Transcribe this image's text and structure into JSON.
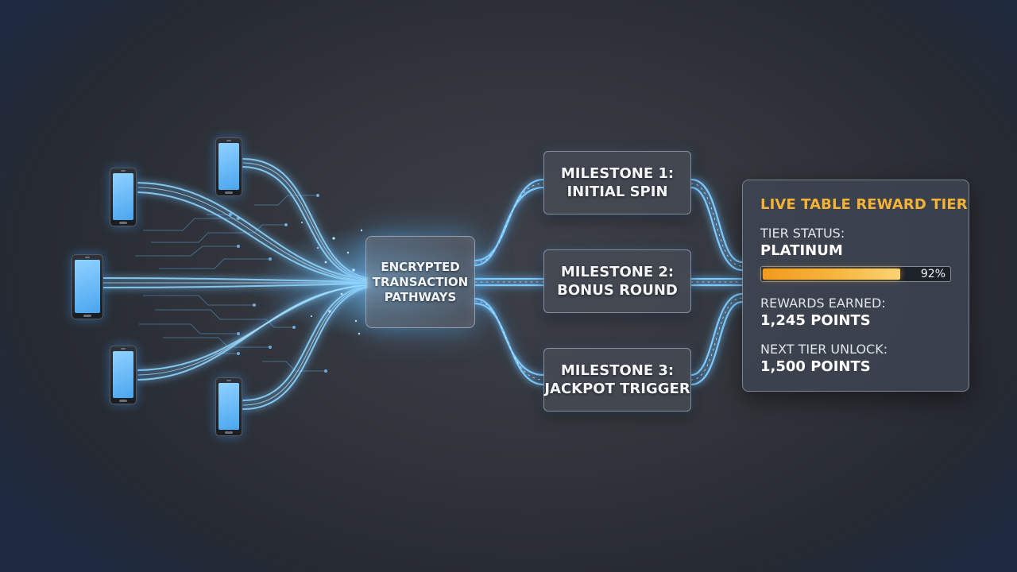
{
  "hub": {
    "label": "ENCRYPTED\nTRANSACTION\nPATHWAYS"
  },
  "milestones": [
    {
      "label": "MILESTONE 1:\nINITIAL SPIN"
    },
    {
      "label": "MILESTONE 2:\nBONUS ROUND"
    },
    {
      "label": "MILESTONE 3:\nJACKPOT TRIGGER"
    }
  ],
  "panel": {
    "title": "LIVE TABLE REWARD TIER",
    "tier_status_label": "TIER STATUS:",
    "tier_status_value": "PLATINUM",
    "progress_text": "92%",
    "progress_fraction": 0.92,
    "rewards_label": "REWARDS EARNED:",
    "rewards_value": "1,245 POINTS",
    "next_tier_label": "NEXT TIER UNLOCK:",
    "next_tier_value": "1,500 POINTS"
  },
  "colors": {
    "glow": "#4fb6ff",
    "accent": "#f4b236",
    "phone_screen": "#6cc0fa"
  },
  "icons": [
    "smartphone-icon"
  ]
}
